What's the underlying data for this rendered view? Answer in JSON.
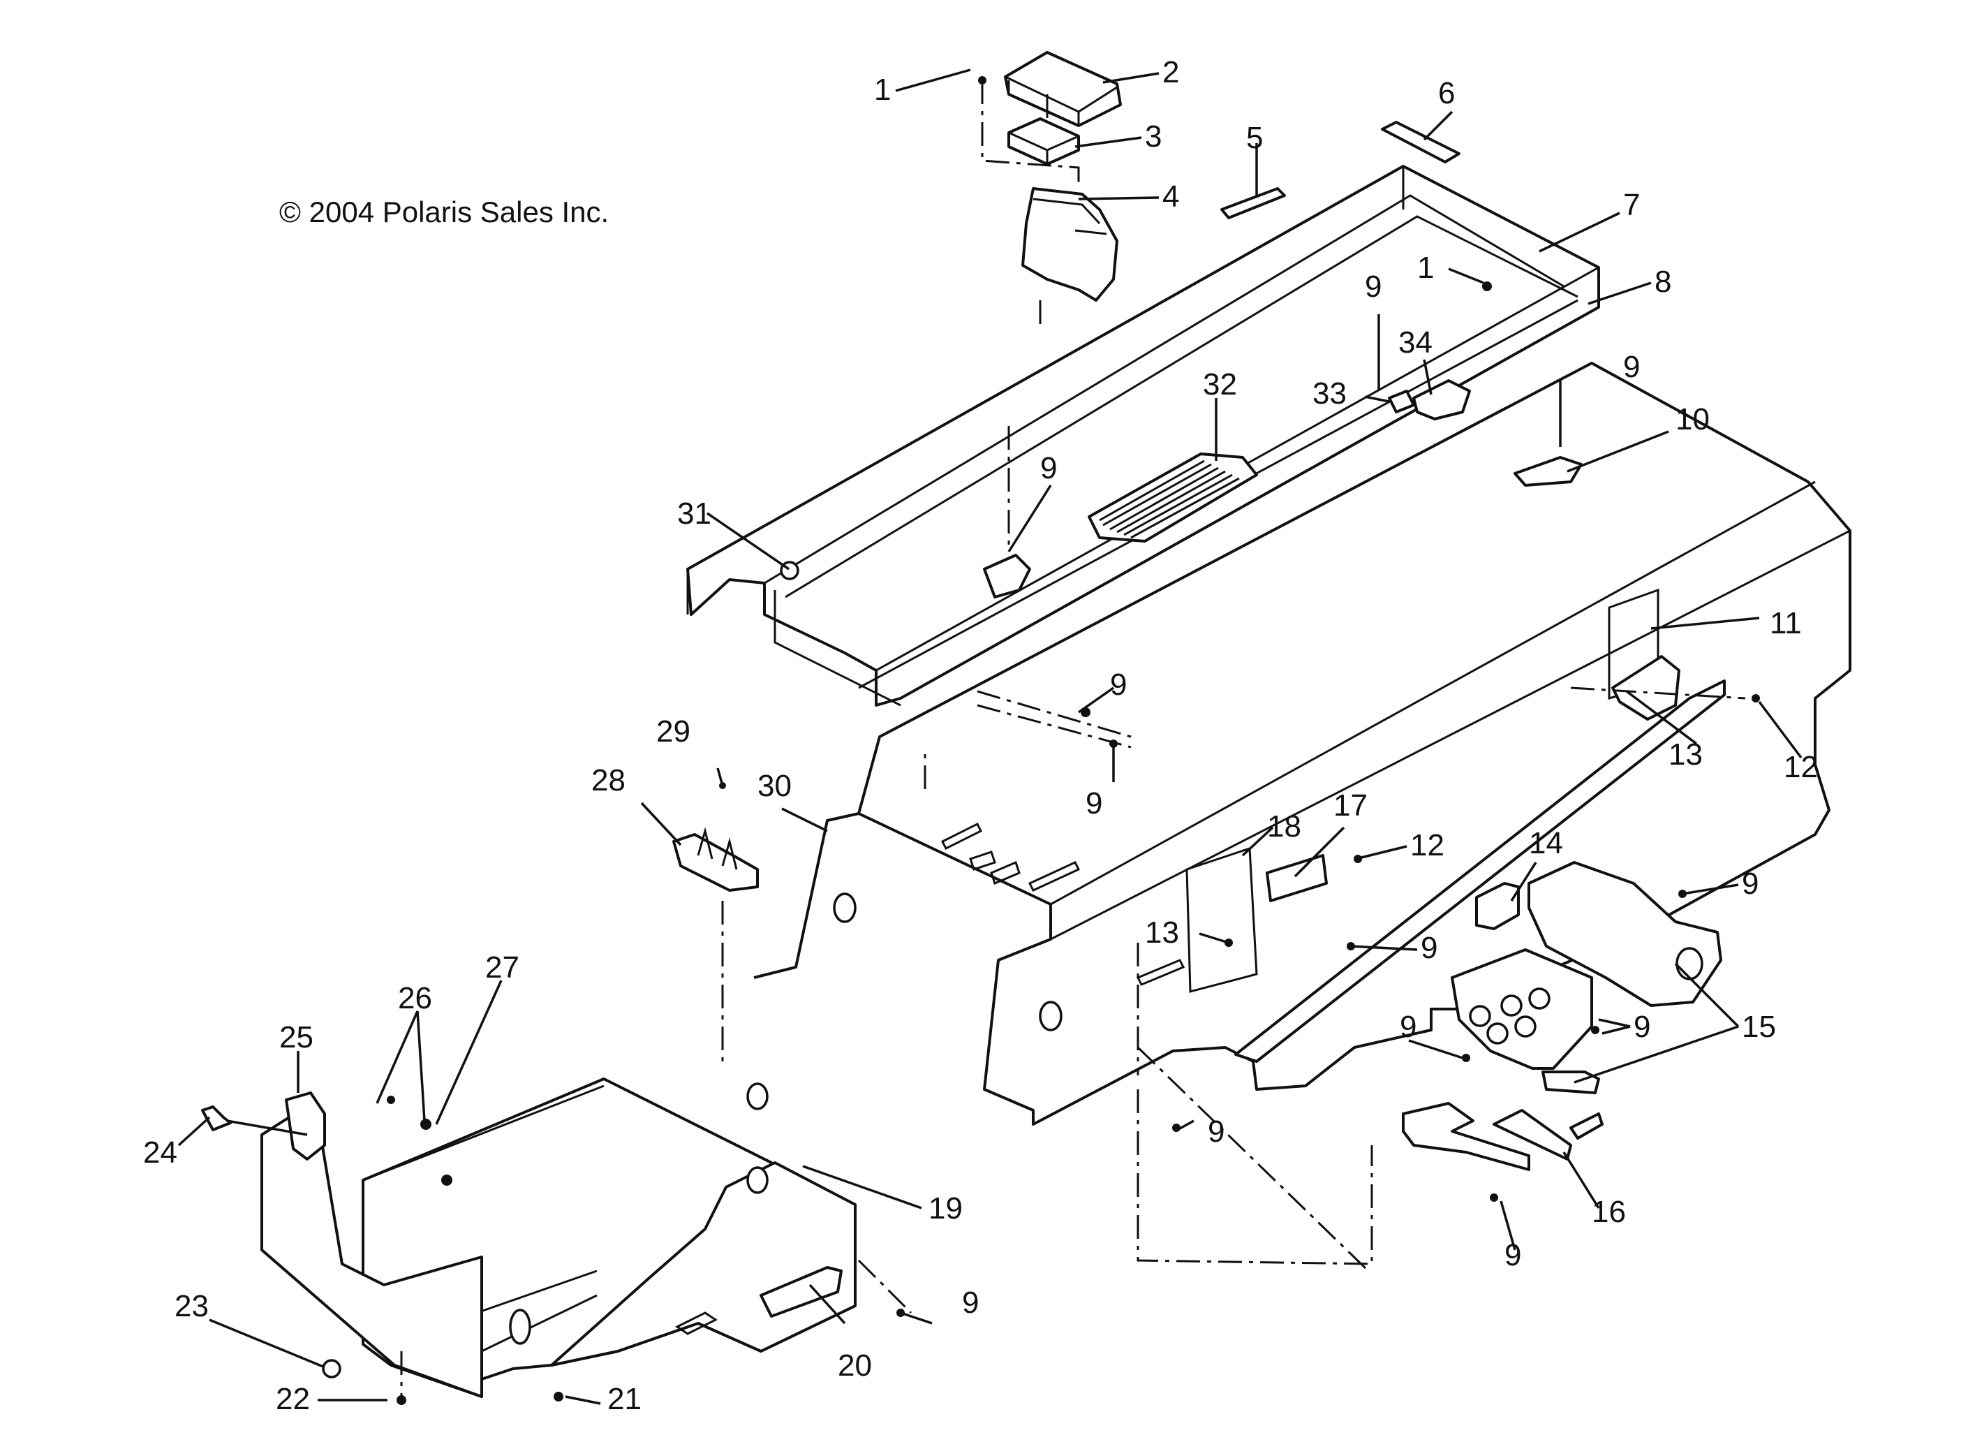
{
  "copyright": "© 2004 Polaris Sales Inc.",
  "callouts": [
    {
      "id": "c1a",
      "text": "1"
    },
    {
      "id": "c2",
      "text": "2"
    },
    {
      "id": "c3",
      "text": "3"
    },
    {
      "id": "c4",
      "text": "4"
    },
    {
      "id": "c5",
      "text": "5"
    },
    {
      "id": "c6",
      "text": "6"
    },
    {
      "id": "c7",
      "text": "7"
    },
    {
      "id": "c1b",
      "text": "1"
    },
    {
      "id": "c8",
      "text": "8"
    },
    {
      "id": "c9a",
      "text": "9"
    },
    {
      "id": "c34",
      "text": "34"
    },
    {
      "id": "c33",
      "text": "33"
    },
    {
      "id": "c9b",
      "text": "9"
    },
    {
      "id": "c32",
      "text": "32"
    },
    {
      "id": "c10",
      "text": "10"
    },
    {
      "id": "c9c",
      "text": "9"
    },
    {
      "id": "c31",
      "text": "31"
    },
    {
      "id": "c11",
      "text": "11"
    },
    {
      "id": "c9d",
      "text": "9"
    },
    {
      "id": "c13a",
      "text": "13"
    },
    {
      "id": "c12a",
      "text": "12"
    },
    {
      "id": "c29",
      "text": "29"
    },
    {
      "id": "c30",
      "text": "30"
    },
    {
      "id": "c9e",
      "text": "9"
    },
    {
      "id": "c28",
      "text": "28"
    },
    {
      "id": "c17",
      "text": "17"
    },
    {
      "id": "c18",
      "text": "18"
    },
    {
      "id": "c12b",
      "text": "12"
    },
    {
      "id": "c14",
      "text": "14"
    },
    {
      "id": "c9f",
      "text": "9"
    },
    {
      "id": "c13b",
      "text": "13"
    },
    {
      "id": "c9g",
      "text": "9"
    },
    {
      "id": "c27",
      "text": "27"
    },
    {
      "id": "c26",
      "text": "26"
    },
    {
      "id": "c25",
      "text": "25"
    },
    {
      "id": "c9h",
      "text": "9"
    },
    {
      "id": "c9i",
      "text": "9"
    },
    {
      "id": "c15",
      "text": "15"
    },
    {
      "id": "c24",
      "text": "24"
    },
    {
      "id": "c9j",
      "text": "9"
    },
    {
      "id": "c19",
      "text": "19"
    },
    {
      "id": "c16",
      "text": "16"
    },
    {
      "id": "c9k",
      "text": "9"
    },
    {
      "id": "c9l",
      "text": "9"
    },
    {
      "id": "c23",
      "text": "23"
    },
    {
      "id": "c20",
      "text": "20"
    },
    {
      "id": "c22",
      "text": "22"
    },
    {
      "id": "c21",
      "text": "21"
    }
  ]
}
